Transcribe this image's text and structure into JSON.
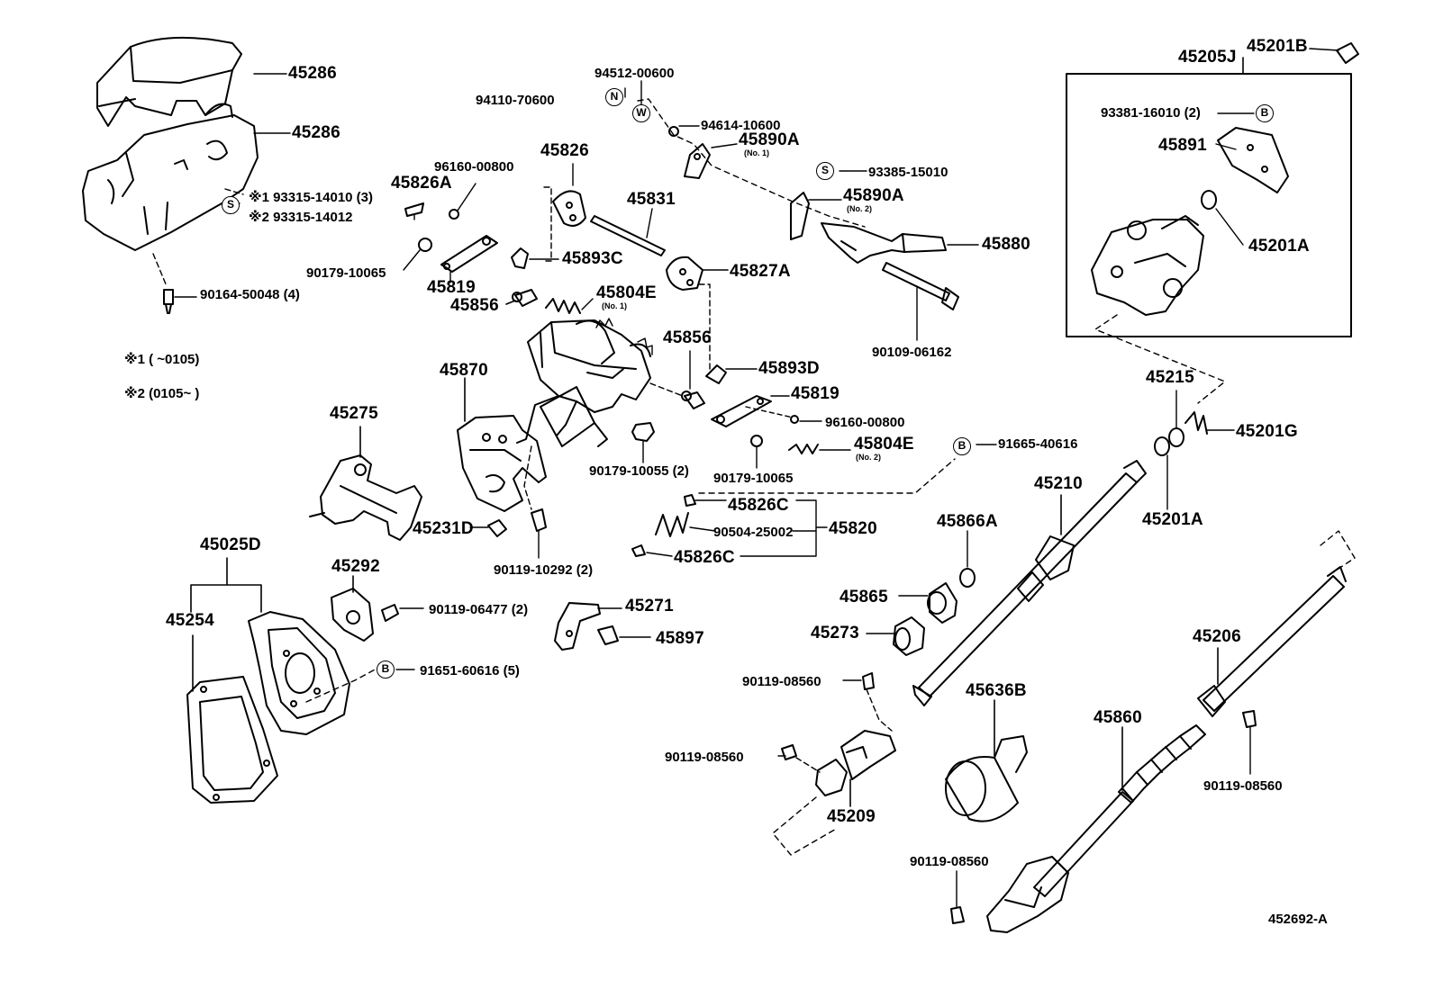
{
  "diagram_id": "452692-A",
  "notes": {
    "note1": "※1 (      ~0105)",
    "note2": "※2 (0105~      )"
  },
  "labels": {
    "p45286a": "45286",
    "p45286b": "45286",
    "sym_s1": "S",
    "n1_93315": "※1 93315-14010 (3)",
    "n2_93315": "※2 93315-14012",
    "p90164": "90164-50048 (4)",
    "p45826A": "45826A",
    "p96160a": "96160-00800",
    "p90179a": "90179-10065",
    "p45819a": "45819",
    "p45826": "45826",
    "p45893C": "45893C",
    "p45831": "45831",
    "p45856a": "45856",
    "p45804Ea": "45804E",
    "no1a": "(No. 1)",
    "p94512": "94512-00600",
    "sym_n": "N",
    "p94110": "94110-70600",
    "sym_w": "W",
    "p94614": "94614-10600",
    "p45890Aa": "45890A",
    "no1b": "(No. 1)",
    "sym_s2": "S",
    "p93385": "93385-15010",
    "p45890Ab": "45890A",
    "no2a": "(No. 2)",
    "p45880": "45880",
    "p90109": "90109-06162",
    "p45827A": "45827A",
    "p45870": "45870",
    "p45856b": "45856",
    "p45893D": "45893D",
    "p45819b": "45819",
    "p96160b": "96160-00800",
    "p45804Eb": "45804E",
    "no2b": "(No. 2)",
    "p90179b": "90179-10055 (2)",
    "p90179c": "90179-10065",
    "sym_b1": "B",
    "p91665": "91665-40616",
    "p45826Ca": "45826C",
    "p90504": "90504-25002",
    "p45820": "45820",
    "p45826Cb": "45826C",
    "p45275": "45275",
    "p45231D": "45231D",
    "p90119_10292": "90119-10292 (2)",
    "p45025D": "45025D",
    "p45254": "45254",
    "p45292": "45292",
    "p90119_06477": "90119-06477 (2)",
    "sym_b2": "B",
    "p91651": "91651-60616 (5)",
    "p45271": "45271",
    "p45897": "45897",
    "p45205J": "45205J",
    "p45201B": "45201B",
    "p93381": "93381-16010 (2)",
    "sym_b3": "B",
    "p45891": "45891",
    "p45201Aa": "45201A",
    "p45215": "45215",
    "p45201G": "45201G",
    "p45201Ab": "45201A",
    "p45210": "45210",
    "p45866A": "45866A",
    "p45865": "45865",
    "p45273": "45273",
    "p45206": "45206",
    "p90119_08560a": "90119-08560",
    "p90119_08560b": "90119-08560",
    "p45209": "45209",
    "p45636B": "45636B",
    "p45860": "45860",
    "p90119_08560c": "90119-08560",
    "p90119_08560d": "90119-08560"
  }
}
